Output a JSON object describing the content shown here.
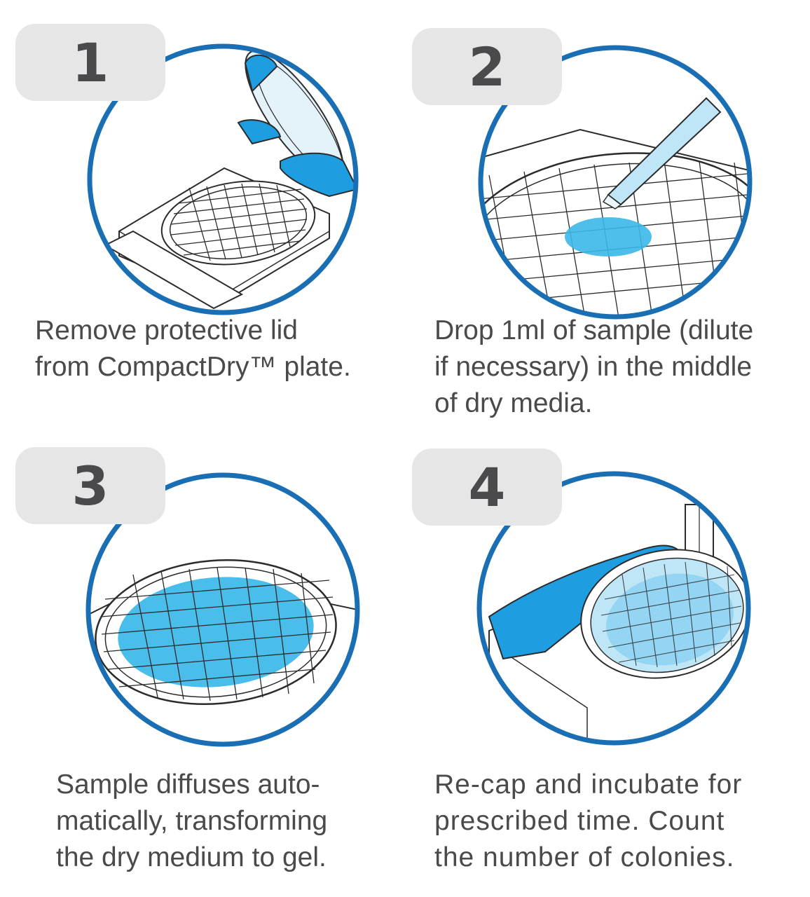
{
  "steps": [
    {
      "number": "1",
      "caption": "Remove protective lid\nfrom CompactDry™ plate."
    },
    {
      "number": "2",
      "caption": "Drop 1ml of sample (dilute\nif necessary) in the middle\nof dry media."
    },
    {
      "number": "3",
      "caption": "Sample diffuses auto-\nmatically, transforming\nthe dry medium to gel."
    },
    {
      "number": "4",
      "caption": "Re-cap and incubate for\nprescribed time. Count\nthe number of colonies."
    }
  ],
  "colors": {
    "ring": "#1a6eb4",
    "sample": "#3bb8e8",
    "glove": "#1e9de0",
    "badge": "#e6e6e7",
    "badge_text": "#4a4a4c",
    "caption_text": "#4a4a4c",
    "line": "#2b2b2b"
  }
}
